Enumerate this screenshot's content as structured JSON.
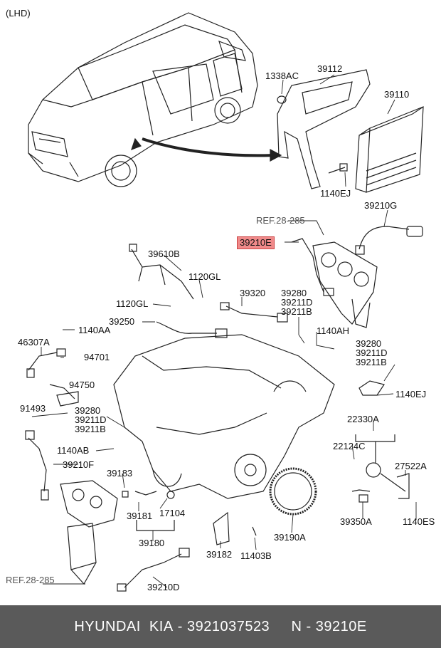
{
  "variant": "(LHD)",
  "labels": {
    "l1338AC": "1338AC",
    "l39112": "39112",
    "l39110": "39110",
    "l1140EJ_a": "1140EJ",
    "l39210G": "39210G",
    "ref1": "REF.28-285",
    "l39210E": "39210E",
    "l39610B": "39610B",
    "l1120GL_a": "1120GL",
    "l1120GL_b": "1120GL",
    "l39320": "39320",
    "l39280_a": "39280",
    "l39211D_a": "39211D",
    "l39211B_a": "39211B",
    "l39250": "39250",
    "l1140AA": "1140AA",
    "l1140AH": "1140AH",
    "l46307A": "46307A",
    "l94701": "94701",
    "l39280_b": "39280",
    "l39211D_b": "39211D",
    "l39211B_b": "39211B",
    "l94750": "94750",
    "l1140EJ_b": "1140EJ",
    "l91493": "91493",
    "l39280_c": "39280",
    "l39211D_c": "39211D",
    "l39211B_c": "39211B",
    "l22330A": "22330A",
    "l22124C": "22124C",
    "l1140AB": "1140AB",
    "l27522A": "27522A",
    "l39210F": "39210F",
    "l39183": "39183",
    "l39181": "39181",
    "l17104": "17104",
    "l39350A": "39350A",
    "l1140ES": "1140ES",
    "l39180": "39180",
    "l39190A": "39190A",
    "l39182": "39182",
    "l11403B": "11403B",
    "ref2": "REF.28-285",
    "l39210D": "39210D"
  },
  "footer": {
    "brand": "HYUNDAI  KIA",
    "sep1": " - ",
    "part_number": "3921037523",
    "gap": "     ",
    "n_label": "N - ",
    "callout": "39210E"
  }
}
